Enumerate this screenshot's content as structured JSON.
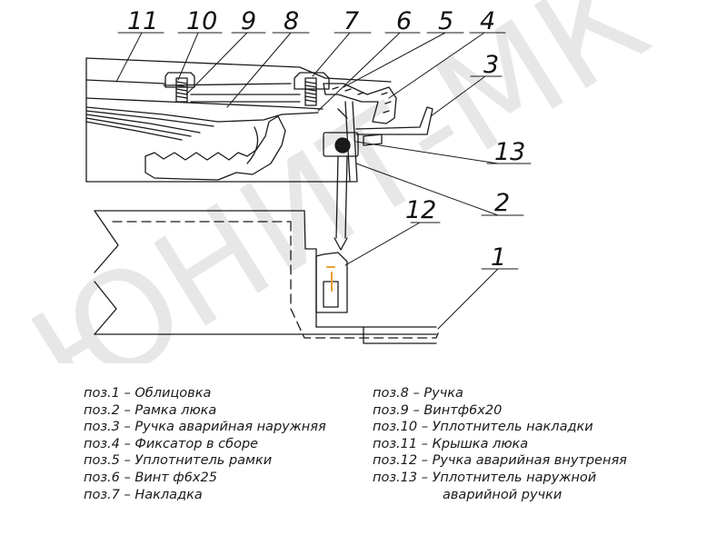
{
  "callouts": [
    "11",
    "10",
    "9",
    "8",
    "7",
    "6",
    "5",
    "4",
    "3",
    "13",
    "2",
    "12",
    "1"
  ],
  "watermark": "ЮНИТ-МК",
  "legend_left": [
    "поз.1 – Облицовка",
    "поз.2 – Рамка люка",
    "поз.3 – Ручка аварийная наружняя",
    "поз.4 – Фиксатор в сборе",
    "поз.5 – Уплотнитель рамки",
    "поз.6 – Винт ф6х25",
    "поз.7 – Накладка"
  ],
  "legend_right": [
    "поз.8 – Ручка",
    "поз.9 – Винтф6х20",
    "поз.10 – Уплотнитель накладки",
    "поз.11 – Крышка люка",
    "поз.12 – Ручка аварийная внутреняя",
    "поз.13 – Уплотнитель наружной"
  ],
  "legend_right_cont": "аварийной ручки",
  "colors": {
    "line": "#1a1a1a",
    "watermark": "#000000",
    "accent": "#e8a030"
  }
}
